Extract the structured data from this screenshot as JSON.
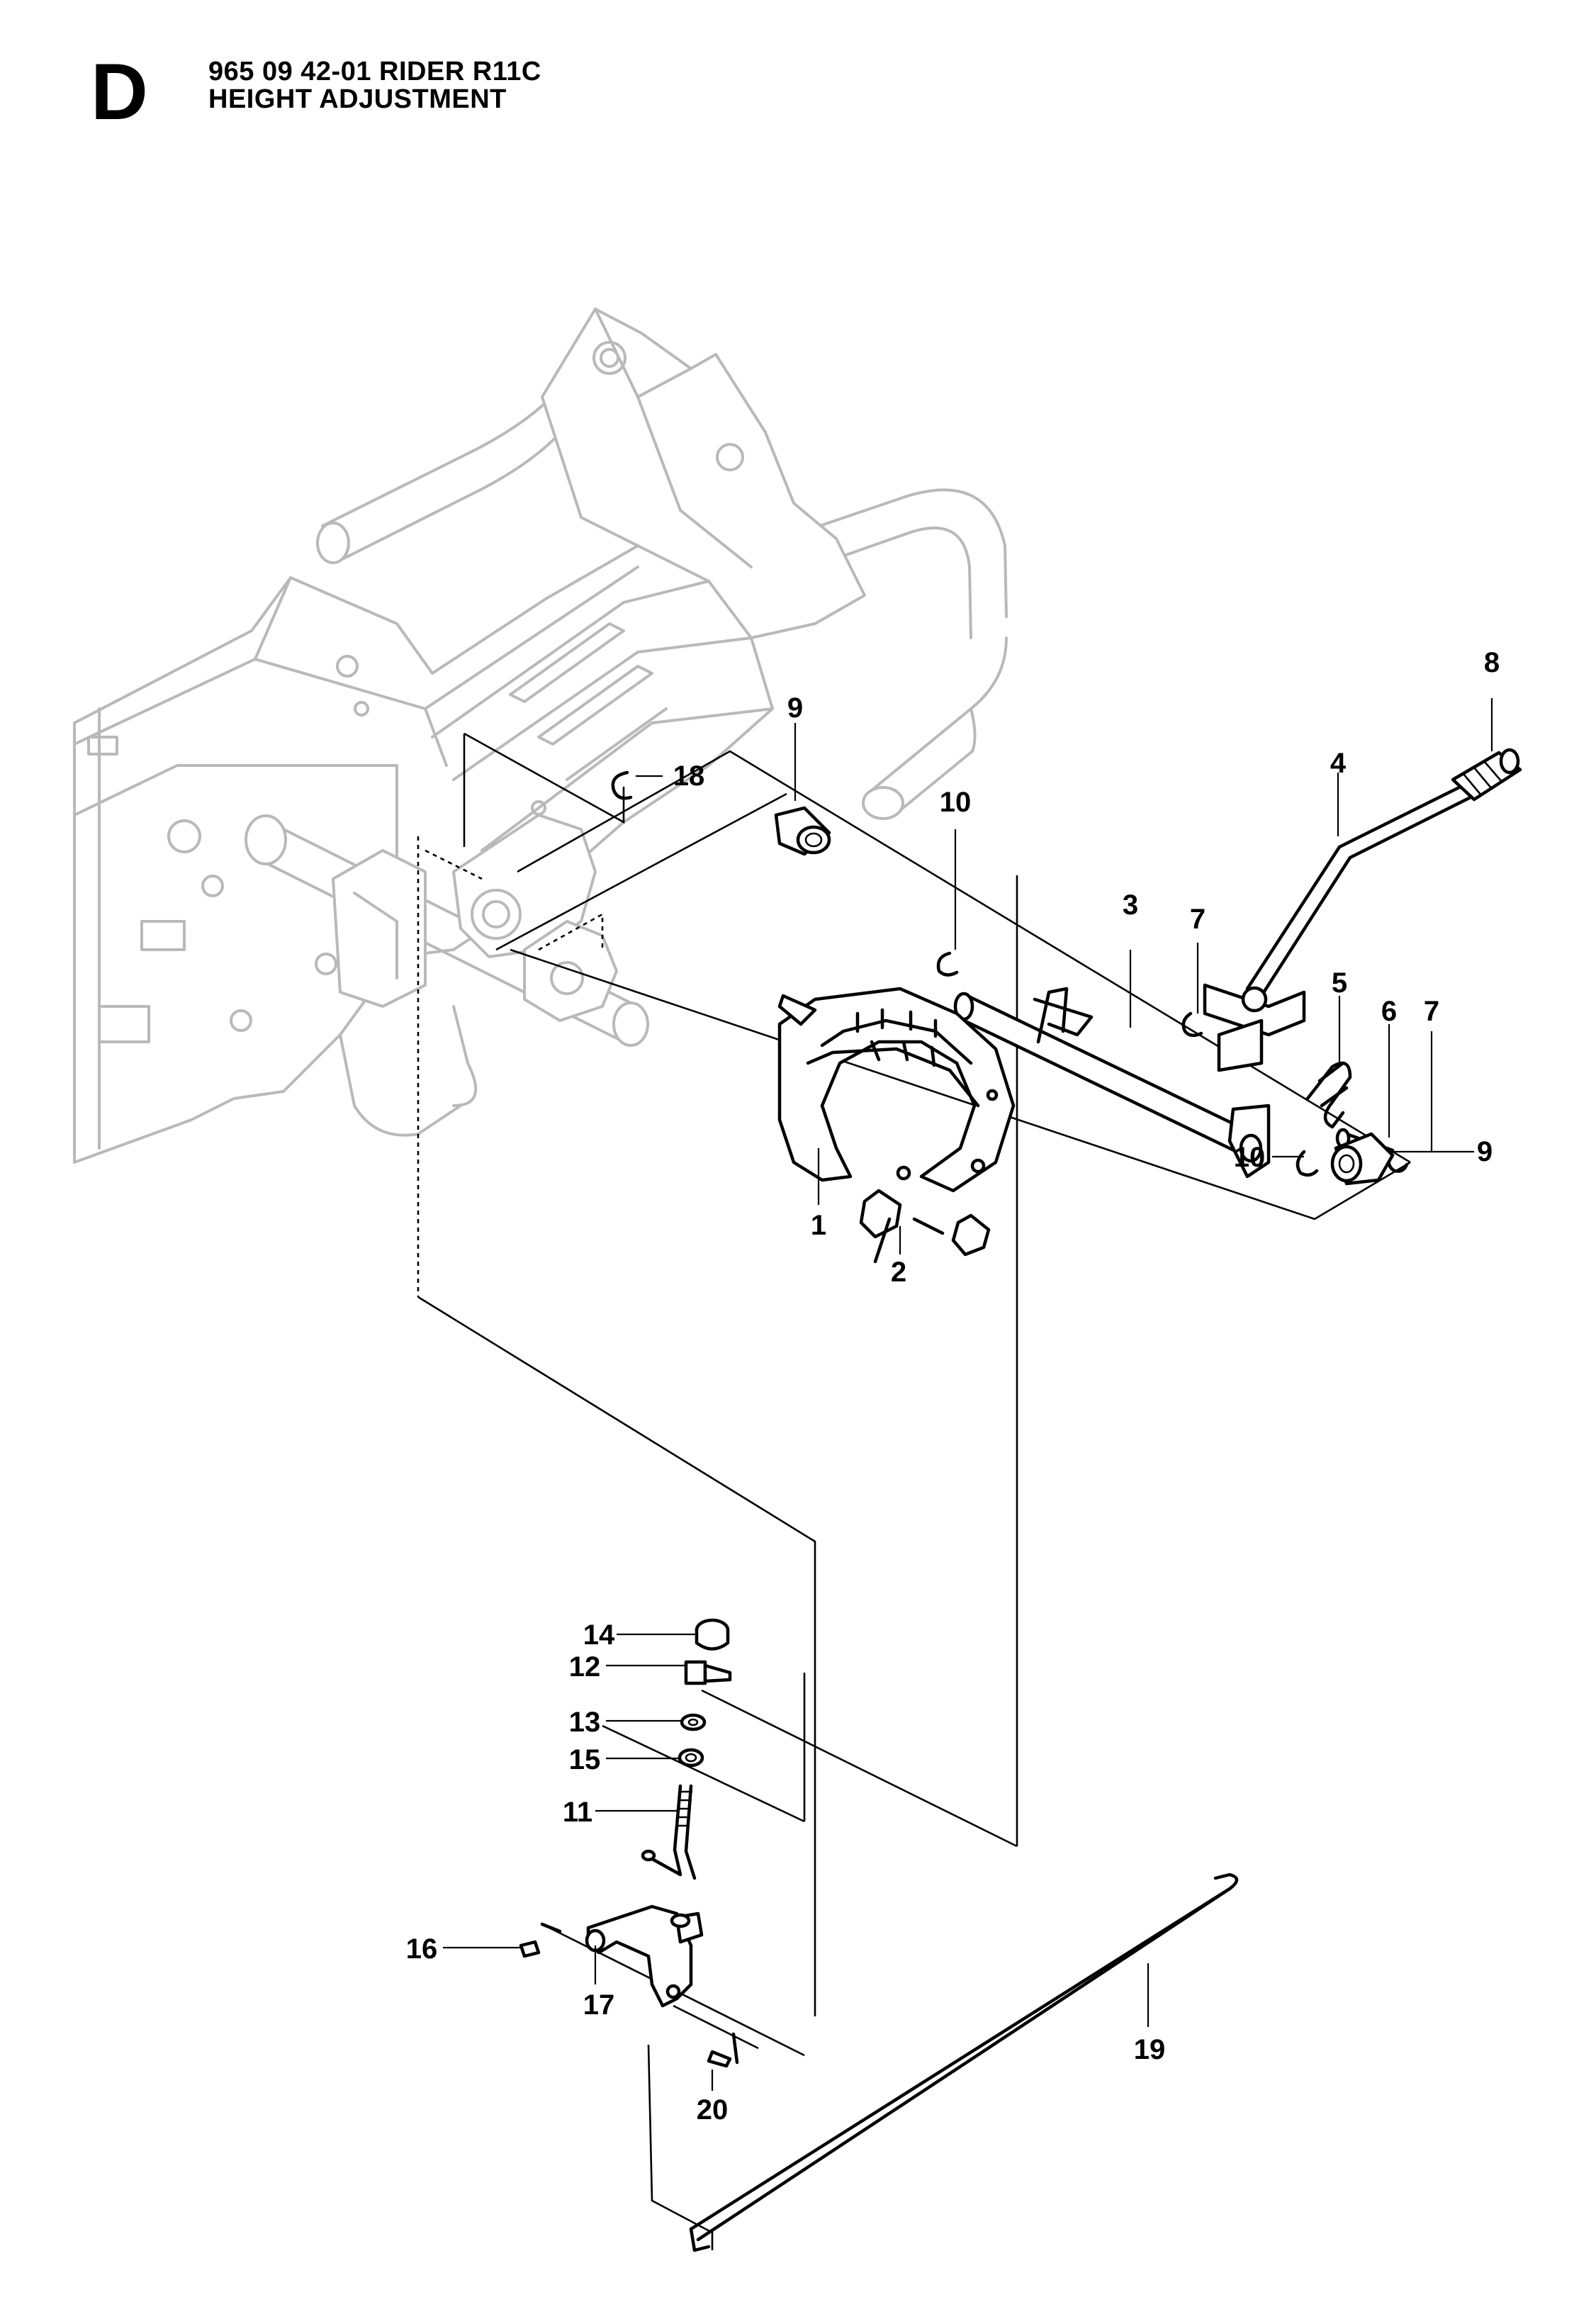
{
  "header": {
    "section_letter": "D",
    "title_line_1": "965 09 42-01 RIDER R11C",
    "title_line_2": "HEIGHT ADJUSTMENT"
  },
  "callouts": {
    "c1": "1",
    "c2": "2",
    "c3": "3",
    "c4": "4",
    "c5": "5",
    "c6": "6",
    "c7a": "7",
    "c7b": "7",
    "c8": "8",
    "c9a": "9",
    "c9b": "9",
    "c10a": "10",
    "c10b": "10",
    "c11": "11",
    "c12": "12",
    "c13": "13",
    "c14": "14",
    "c15": "15",
    "c16": "16",
    "c17": "17",
    "c18": "18",
    "c19": "19",
    "c20": "20"
  }
}
